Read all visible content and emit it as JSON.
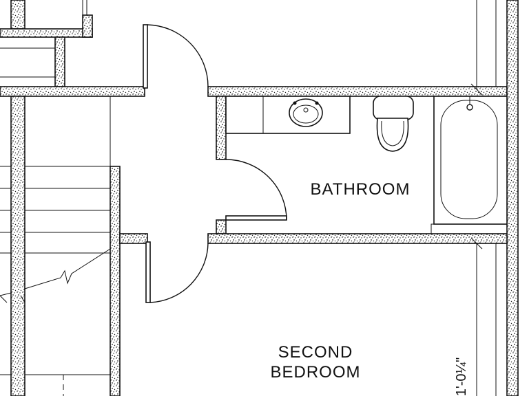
{
  "rooms": {
    "bathroom": "BATHROOM",
    "second_bedroom_line1": "SECOND",
    "second_bedroom_line2": "BEDROOM"
  },
  "dimensions": {
    "vertical": "1'-0¼\""
  },
  "colors": {
    "line": "#111111",
    "background": "#ffffff"
  }
}
